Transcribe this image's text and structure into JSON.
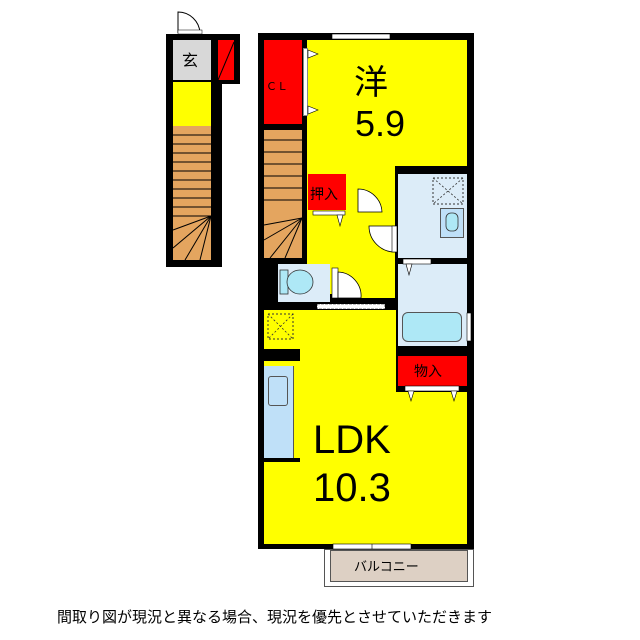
{
  "rooms": {
    "entrance": {
      "label": "玄"
    },
    "western_room": {
      "type": "洋",
      "size": "5.9"
    },
    "closet": {
      "label": "ＣＬ"
    },
    "oshiire": {
      "label": "押入"
    },
    "storage": {
      "label": "物入"
    },
    "ldk": {
      "type": "LDK",
      "size": "10.3"
    },
    "balcony": {
      "label": "バルコニー"
    }
  },
  "disclaimer": "間取り図が現況と異なる場合、現況を優先とさせていただきます",
  "colors": {
    "room": "#ffff00",
    "storage": "#ff0000",
    "wet_area": "#dcecf8",
    "stairs": "#e4a55f",
    "entrance": "#d8d8d8",
    "balcony": "#ddd0c4",
    "wall": "#000000"
  }
}
